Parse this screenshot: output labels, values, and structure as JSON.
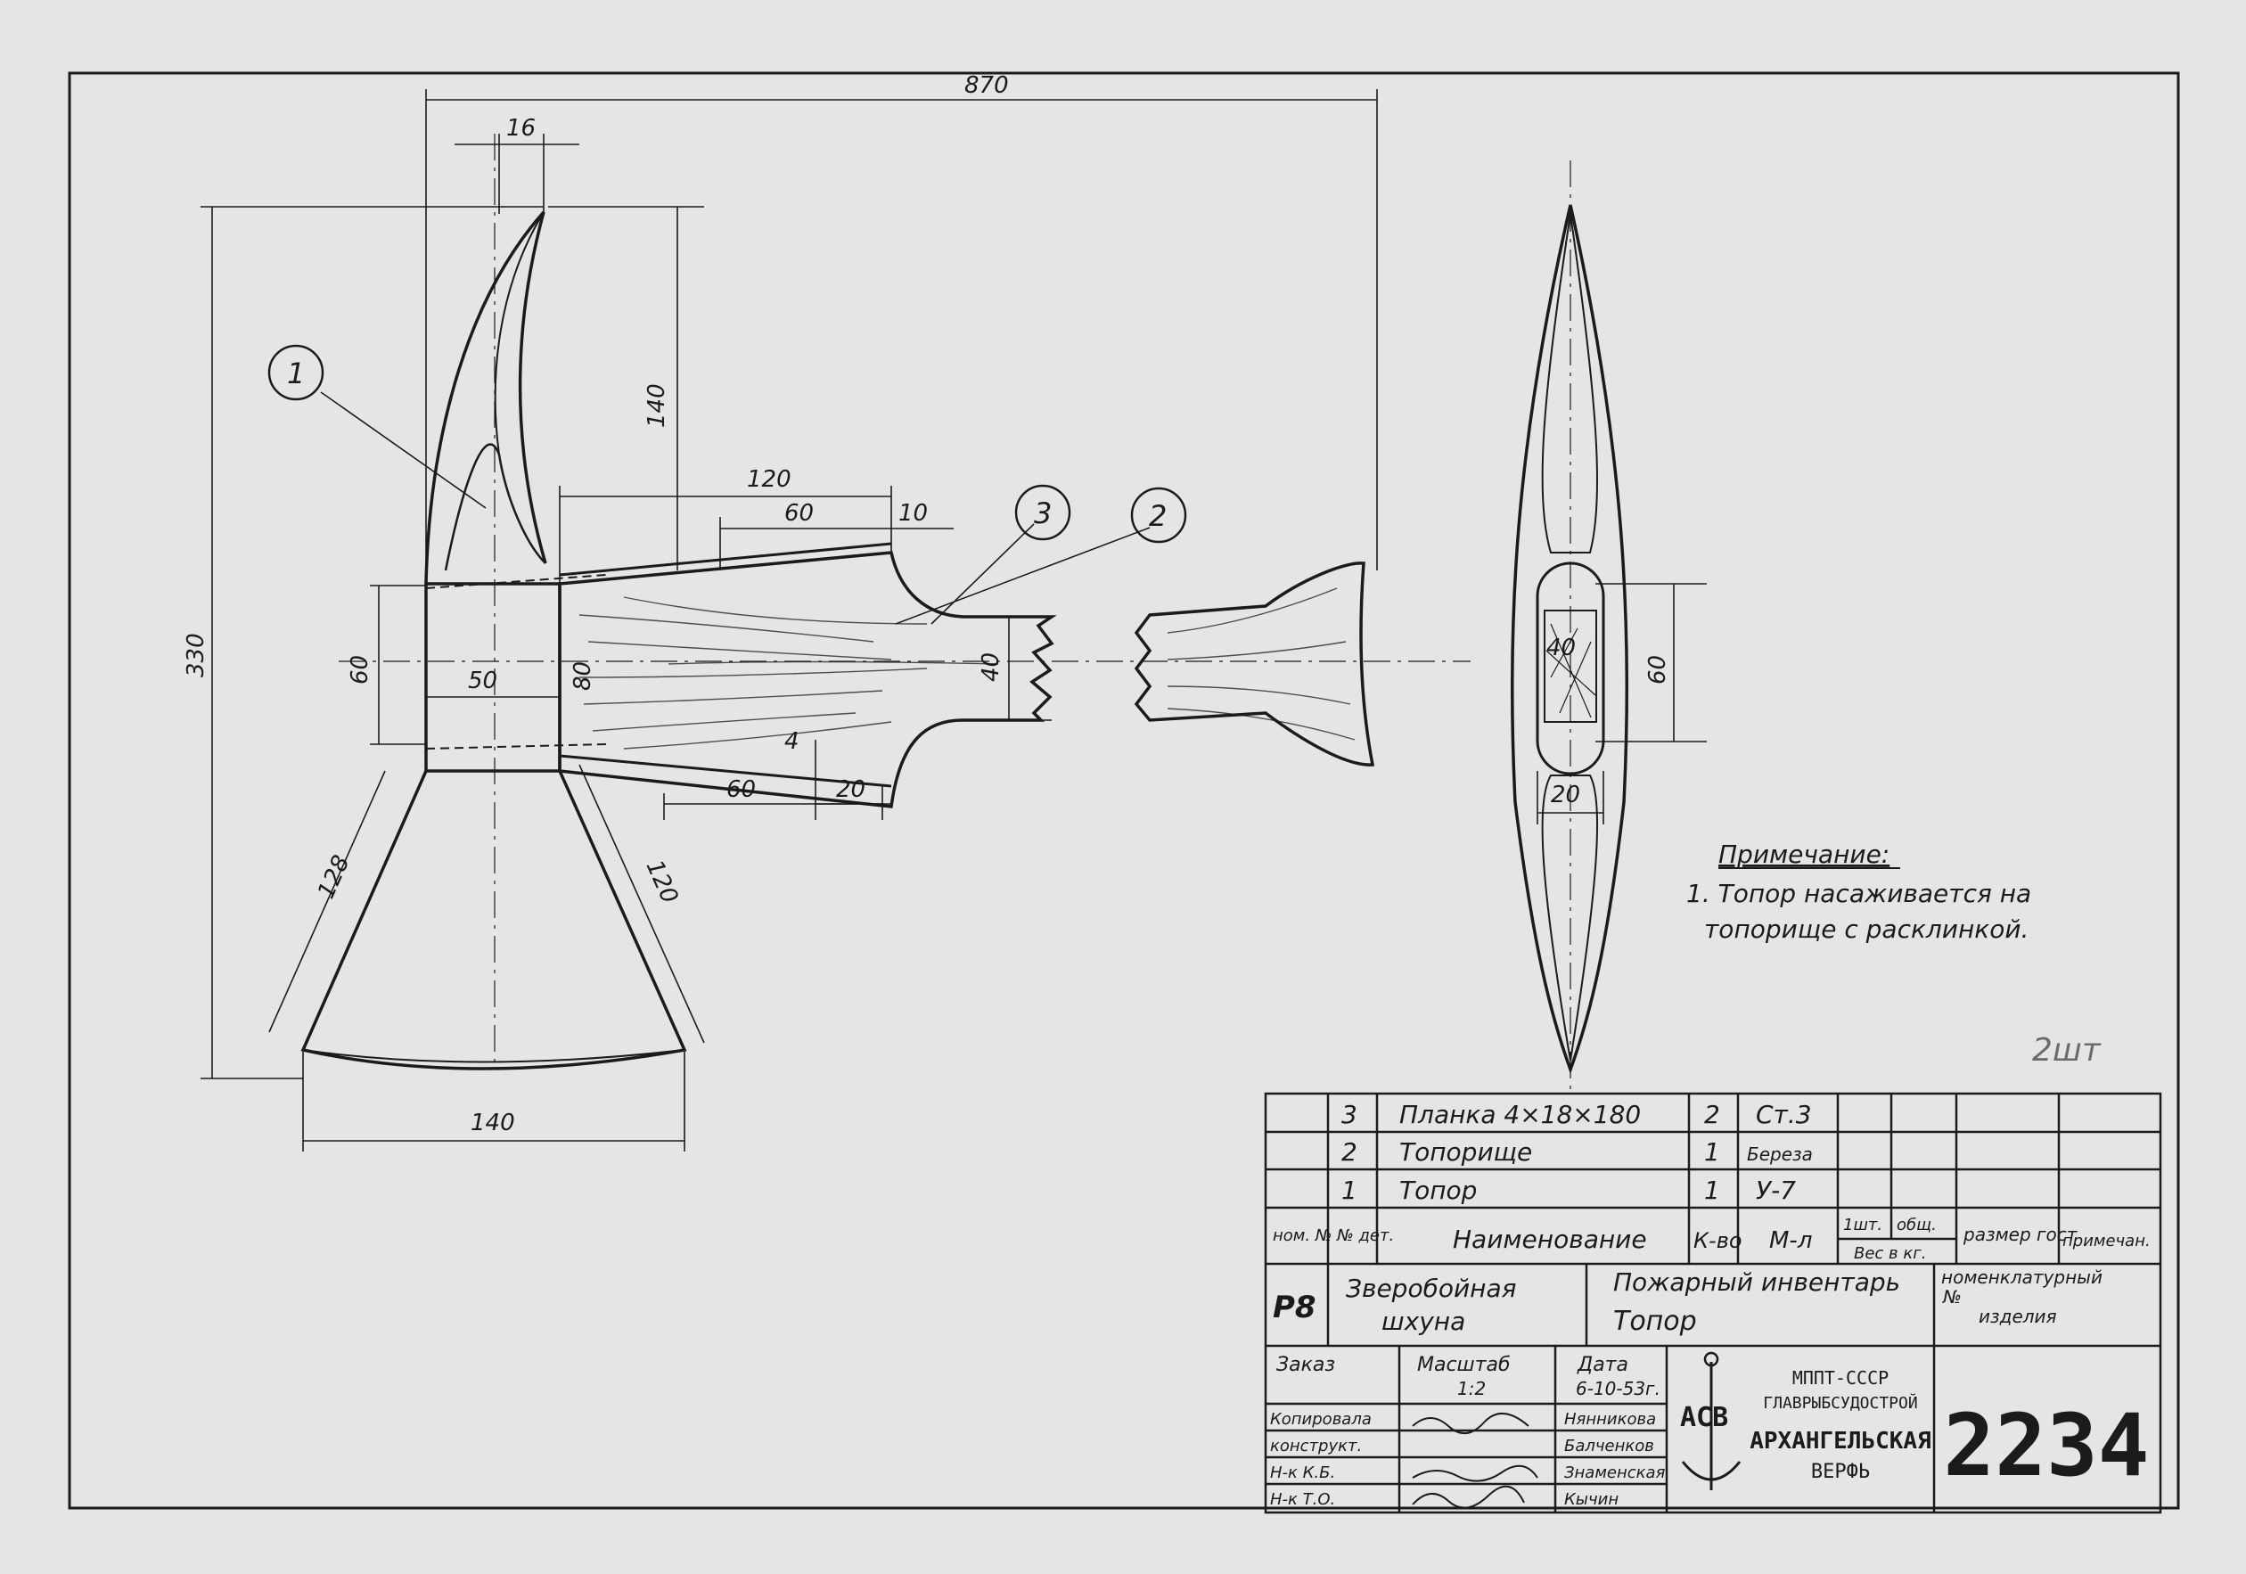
{
  "drawing": {
    "dimensions": {
      "overall_length": "870",
      "blade_thickness": "16",
      "pick_height": "140",
      "total_height": "330",
      "plate_length": "120",
      "plate_inner": "60",
      "plate_gap": "10",
      "eye_height": "60",
      "eye_width": "50",
      "handle_height": "80",
      "handle_end": "40",
      "plate_thickness": "4",
      "bottom_60": "60",
      "bottom_20": "20",
      "blade_side_left": "128",
      "blade_side_right": "120",
      "edge_width": "140",
      "section_inner": "40",
      "section_height": "60",
      "section_width": "20"
    },
    "callouts": [
      "1",
      "2",
      "3"
    ]
  },
  "note": {
    "title": "Примечание:",
    "line1": "1. Топор насаживается на",
    "line2": "топорище с расклинкой."
  },
  "marginalia": "2шт",
  "parts_list": {
    "rows": [
      {
        "pos": "3",
        "name": "Планка 4×18×180",
        "qty": "2",
        "material": "Ст.3"
      },
      {
        "pos": "2",
        "name": "Топорище",
        "qty": "1",
        "material": "Береза"
      },
      {
        "pos": "1",
        "name": "Топор",
        "qty": "1",
        "material": "У-7"
      }
    ],
    "header": {
      "nom": "ном. №",
      "det": "№ дет.",
      "name": "Наименование",
      "qty": "К-во",
      "mat": "М-л",
      "one": "1шт.",
      "total": "общ.",
      "weight": "Вес в кг.",
      "size": "размер гост",
      "remark": "примечан."
    }
  },
  "title_block": {
    "project": "Р8",
    "vessel_line1": "Зверобойная",
    "vessel_line2": "шхуна",
    "product_line1": "Пожарный инвентарь",
    "product_line2": "Топор",
    "nomen_line1": "номенклатурный",
    "nomen_line2": "№",
    "nomen_line3": "изделия",
    "order_label": "Заказ",
    "scale_label": "Масштаб",
    "scale_value": "1:2",
    "date_label": "Дата",
    "date_value": "6-10-53г.",
    "roles": [
      {
        "role": "Копировала",
        "name": "Нянникова"
      },
      {
        "role": "конструкт.",
        "name": "Балченков"
      },
      {
        "role": "Н-к К.Б.",
        "name": "Знаменская"
      },
      {
        "role": "Н-к Т.О.",
        "name": "Кычин"
      }
    ],
    "org_line1": "МППТ-СССР",
    "org_line2": "ГЛАВРЫБСУДОСТРОЙ",
    "org_line3": "АРХАНГЕЛЬСКАЯ",
    "org_line4": "ВЕРФЬ",
    "logo_letters": "АСВ",
    "drawing_number": "2234"
  }
}
